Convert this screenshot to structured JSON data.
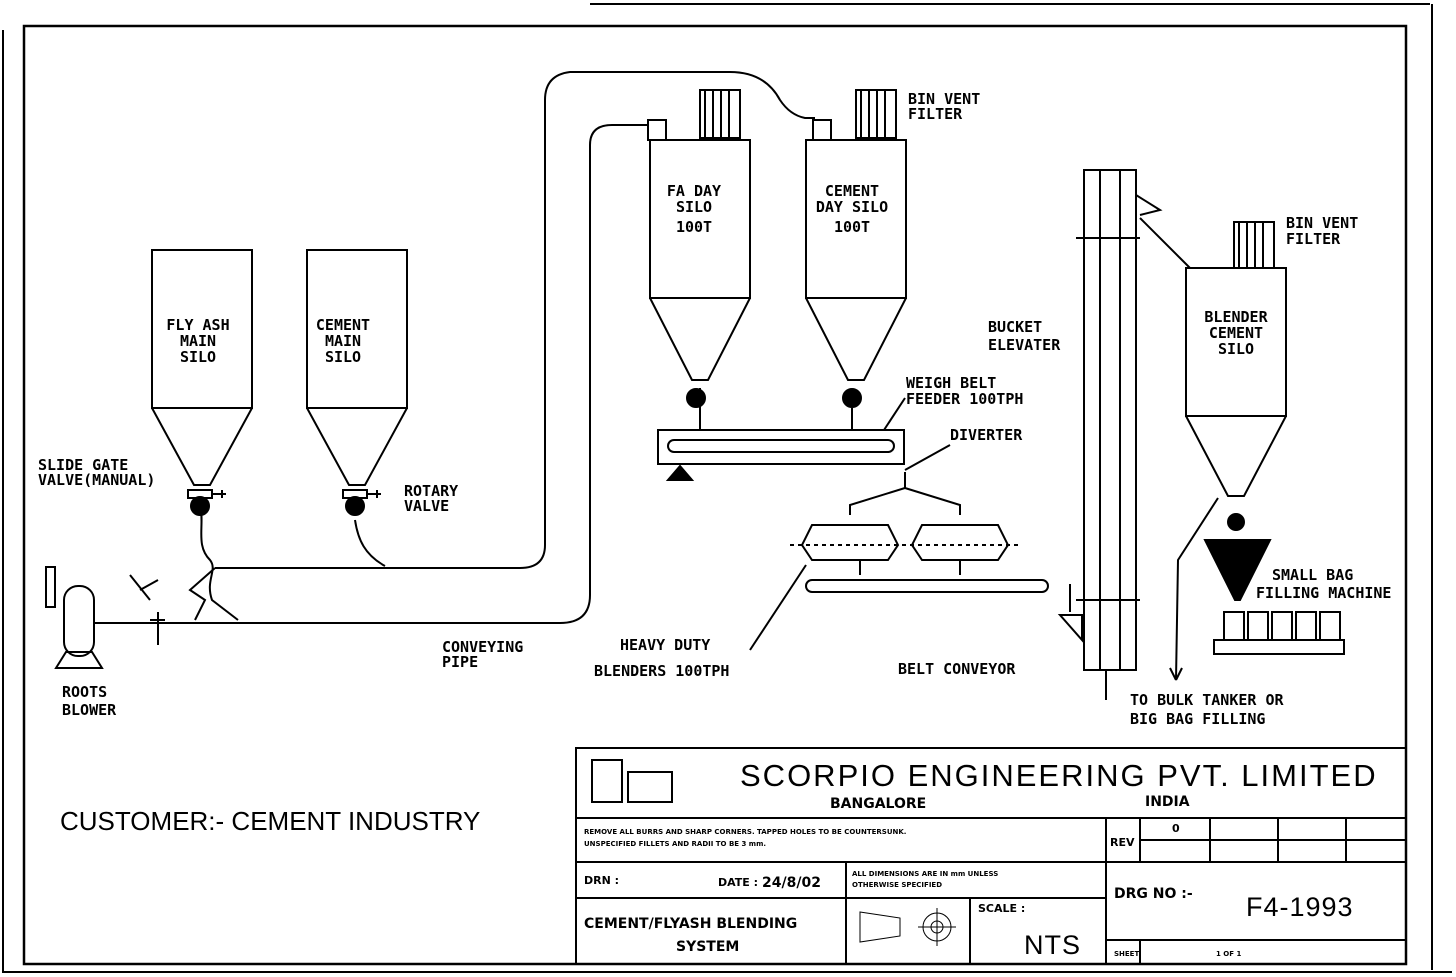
{
  "equipment": {
    "fly_ash_main_silo": [
      "FLY ASH",
      "MAIN",
      "SILO"
    ],
    "cement_main_silo": [
      "CEMENT",
      "MAIN",
      "SILO"
    ],
    "fa_day_silo": [
      "FA DAY",
      "SILO",
      "100T"
    ],
    "cement_day_silo": [
      "CEMENT",
      "DAY SILO",
      "100T"
    ],
    "blender_cement_silo": [
      "BLENDER",
      "CEMENT",
      "SILO"
    ]
  },
  "labels": {
    "bin_vent_filter_1": [
      "BIN VENT",
      "FILTER"
    ],
    "bin_vent_filter_2": [
      "BIN VENT",
      "FILTER"
    ],
    "slide_gate_valve": [
      "SLIDE GATE",
      "VALVE(MANUAL)"
    ],
    "rotary_valve": [
      "ROTARY",
      "VALVE"
    ],
    "roots_blower": [
      "ROOTS",
      "BLOWER"
    ],
    "conveying_pipe": [
      "CONVEYING",
      "PIPE"
    ],
    "weigh_belt_feeder": [
      "WEIGH BELT",
      "FEEDER 100TPH"
    ],
    "diverter": "DIVERTER",
    "bucket_elevator": [
      "BUCKET",
      "ELEVATER"
    ],
    "heavy_duty_blenders": [
      "HEAVY DUTY",
      "BLENDERS 100TPH"
    ],
    "belt_conveyor": "BELT CONVEYOR",
    "small_bag_filling": [
      "SMALL BAG",
      "FILLING MACHINE"
    ],
    "bulk_tanker": [
      "TO BULK TANKER OR",
      "BIG BAG FILLING"
    ]
  },
  "customer": "CUSTOMER:-  CEMENT INDUSTRY",
  "title_block": {
    "company": "SCORPIO ENGINEERING PVT. LIMITED",
    "city": "BANGALORE",
    "country": "INDIA",
    "note_line1": "REMOVE ALL BURRS AND SHARP CORNERS. TAPPED HOLES TO BE COUNTERSUNK.",
    "note_line2": "UNSPECIFIED FILLETS AND RADII TO BE 3 mm.",
    "rev_label": "REV",
    "rev_value": "0",
    "drn_label": "DRN :",
    "date_label": "DATE :",
    "date_value": "24/8/02",
    "dim_note_line1": "ALL DIMENSIONS ARE IN mm UNLESS",
    "dim_note_line2": "OTHERWISE SPECIFIED",
    "title_line1": "CEMENT/FLYASH BLENDING",
    "title_line2": "SYSTEM",
    "scale_label": "SCALE :",
    "scale_value": "NTS",
    "drg_label": "DRG NO :-",
    "drg_value": "F4-1993",
    "sheet_label": "SHEET",
    "sheet_value": "1 OF 1"
  }
}
